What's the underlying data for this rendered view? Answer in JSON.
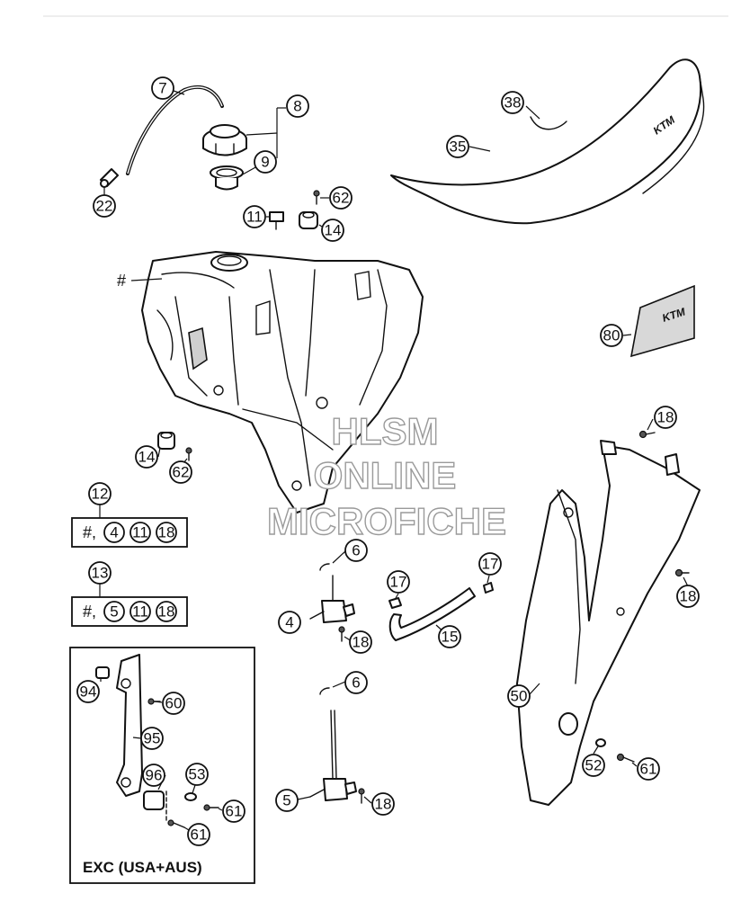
{
  "diagram": {
    "callouts": [
      {
        "id": "c7",
        "label": "7"
      },
      {
        "id": "c8",
        "label": "8"
      },
      {
        "id": "c9",
        "label": "9"
      },
      {
        "id": "c22",
        "label": "22"
      },
      {
        "id": "c62a",
        "label": "62"
      },
      {
        "id": "c11a",
        "label": "11"
      },
      {
        "id": "c14a",
        "label": "14"
      },
      {
        "id": "c38",
        "label": "38"
      },
      {
        "id": "c35",
        "label": "35"
      },
      {
        "id": "c80",
        "label": "80"
      },
      {
        "id": "c18a",
        "label": "18"
      },
      {
        "id": "c14b",
        "label": "14"
      },
      {
        "id": "c62b",
        "label": "62"
      },
      {
        "id": "c12",
        "label": "12"
      },
      {
        "id": "c13",
        "label": "13"
      },
      {
        "id": "c6a",
        "label": "6"
      },
      {
        "id": "c17a",
        "label": "17"
      },
      {
        "id": "c17b",
        "label": "17"
      },
      {
        "id": "c4",
        "label": "4"
      },
      {
        "id": "c18b",
        "label": "18"
      },
      {
        "id": "c15",
        "label": "15"
      },
      {
        "id": "c18c",
        "label": "18"
      },
      {
        "id": "c50",
        "label": "50"
      },
      {
        "id": "c94",
        "label": "94"
      },
      {
        "id": "c60",
        "label": "60"
      },
      {
        "id": "c95",
        "label": "95"
      },
      {
        "id": "c6b",
        "label": "6"
      },
      {
        "id": "c96",
        "label": "96"
      },
      {
        "id": "c53",
        "label": "53"
      },
      {
        "id": "c5",
        "label": "5"
      },
      {
        "id": "c18d",
        "label": "18"
      },
      {
        "id": "c52",
        "label": "52"
      },
      {
        "id": "c61a",
        "label": "61"
      },
      {
        "id": "c61b",
        "label": "61"
      },
      {
        "id": "c61c",
        "label": "61"
      }
    ],
    "tank_marker": "#",
    "kit12": {
      "prefix": "#,",
      "items": [
        "4",
        "11",
        "18"
      ]
    },
    "kit13": {
      "prefix": "#,",
      "items": [
        "5",
        "11",
        "18"
      ]
    },
    "exc_box_label": "EXC (USA+AUS)",
    "watermark": [
      "HLSM",
      "ONLINE",
      "MICROFICHE"
    ],
    "seat_logo": "KTM",
    "sticker_logo": "KTM"
  }
}
